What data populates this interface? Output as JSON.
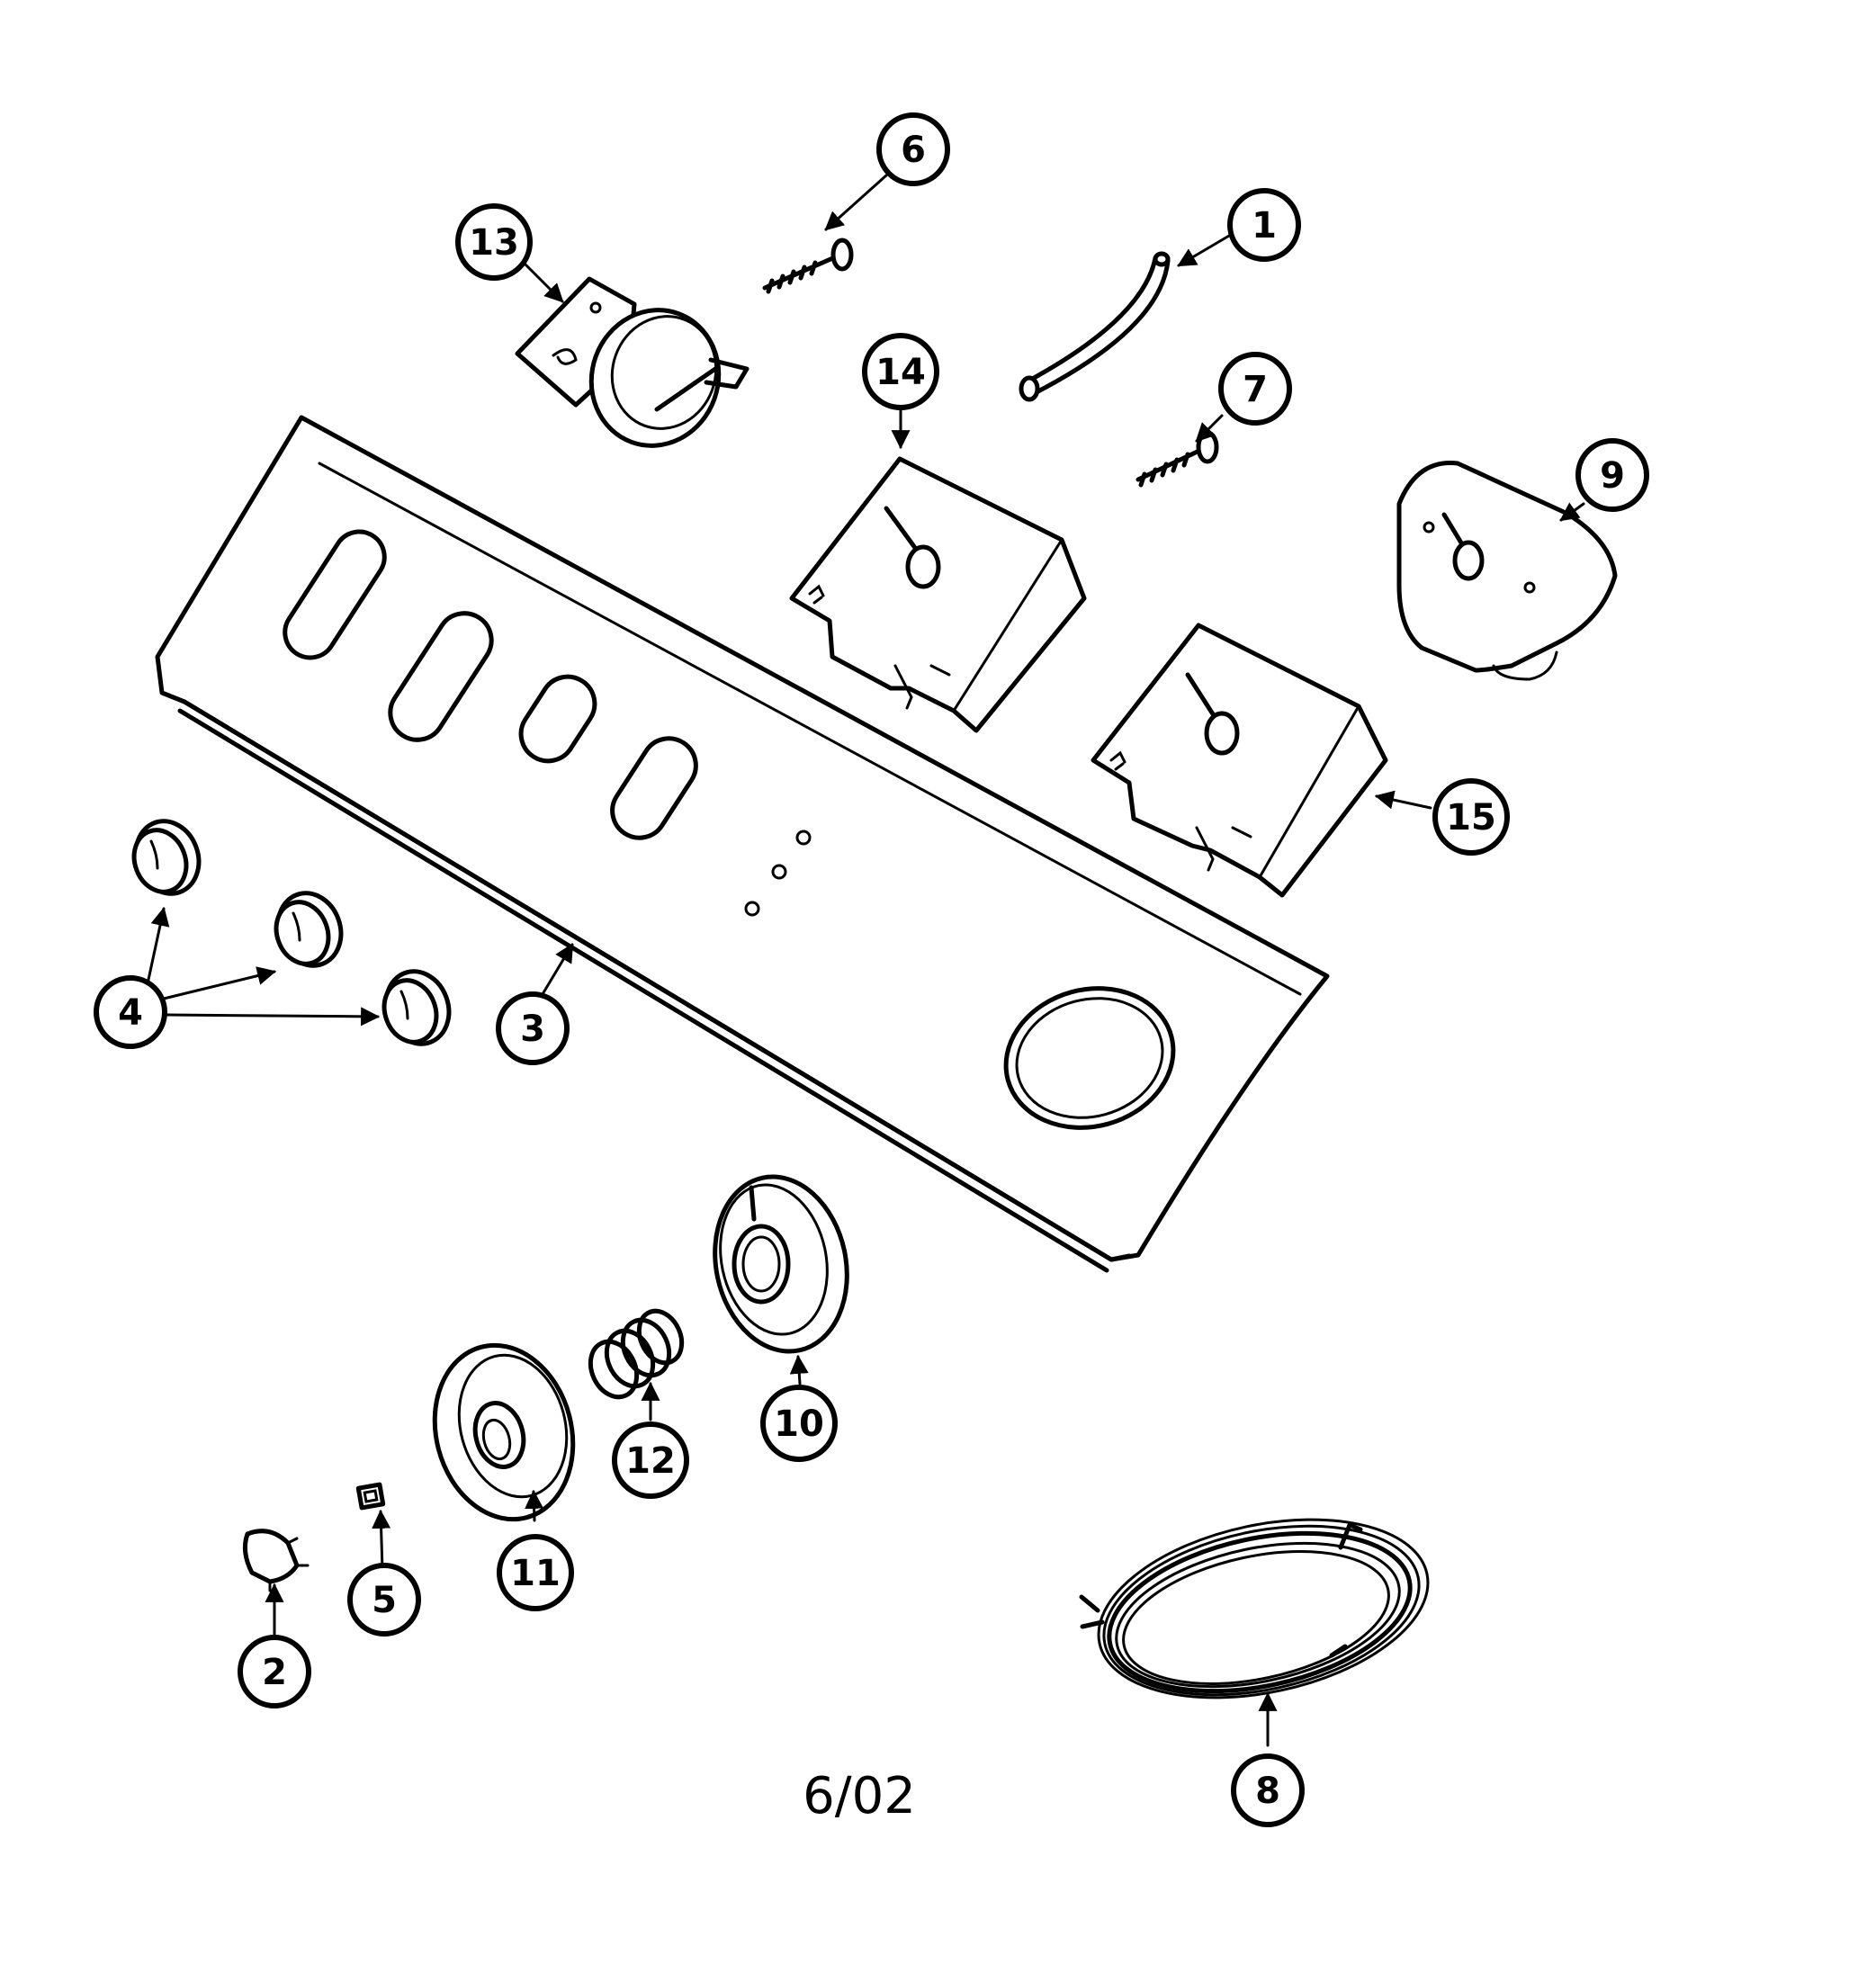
{
  "diagram": {
    "date_code": "6/02",
    "callouts": [
      "1",
      "2",
      "3",
      "4",
      "5",
      "6",
      "7",
      "8",
      "9",
      "10",
      "11",
      "12",
      "13",
      "14",
      "15"
    ],
    "colors": {
      "line": "#000000",
      "background": "#ffffff"
    },
    "parts": [
      "hose-part",
      "end-cap-part",
      "control-panel-part",
      "knob-part",
      "clip-part",
      "screw-part",
      "wire-harness-part",
      "timer-part",
      "dial-knob-part",
      "dial-skirt-part",
      "spring-part",
      "pressure-switch-part",
      "rotary-switch-part"
    ]
  }
}
